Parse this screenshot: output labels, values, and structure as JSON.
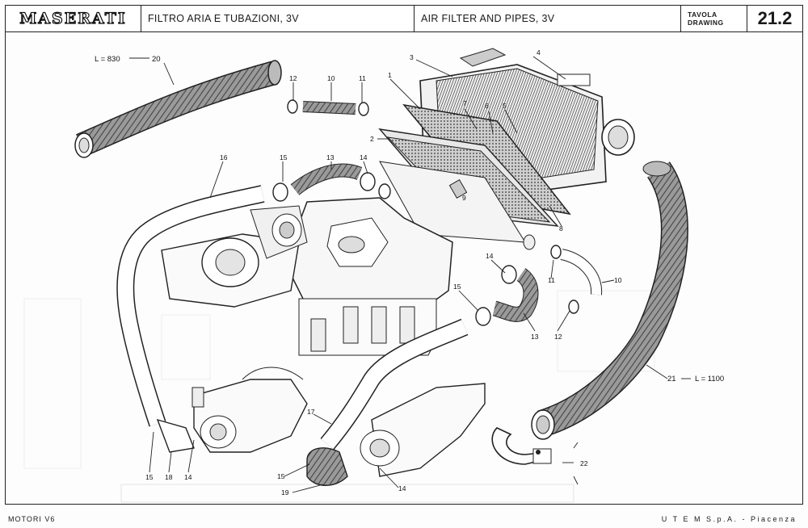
{
  "header": {
    "brand": "MASERATI",
    "title_it": "FILTRO ARIA E TUBAZIONI, 3V",
    "title_en": "AIR FILTER AND PIPES, 3V",
    "tavola": "TAVOLA",
    "drawing": "DRAWING",
    "number": "21.2"
  },
  "callouts": {
    "c1": "1",
    "c2": "2",
    "c3": "3",
    "c4": "4",
    "c5": "5",
    "c6": "6",
    "c7": "7",
    "c8": "8",
    "c9": "9",
    "c10_top": "10",
    "c10_right": "10",
    "c11_top": "11",
    "c11_right": "11",
    "c12_top": "12",
    "c12_right": "12",
    "c13_top": "13",
    "c13_right": "13",
    "c14_top": "14",
    "c14_mid": "14",
    "c14_left": "14",
    "c14_bottom": "14",
    "c15_top": "15",
    "c15_mid": "15",
    "c15_left": "15",
    "c15_bottom": "15",
    "c16": "16",
    "c17": "17",
    "c18": "18",
    "c19": "19",
    "c20": "20",
    "c20_len": "L = 830",
    "c21": "21",
    "c21_len": "L = 1100",
    "c22": "22"
  },
  "footer": {
    "left": "MOTORI V6",
    "right": "U T E M  S.p.A. - Piacenza"
  }
}
